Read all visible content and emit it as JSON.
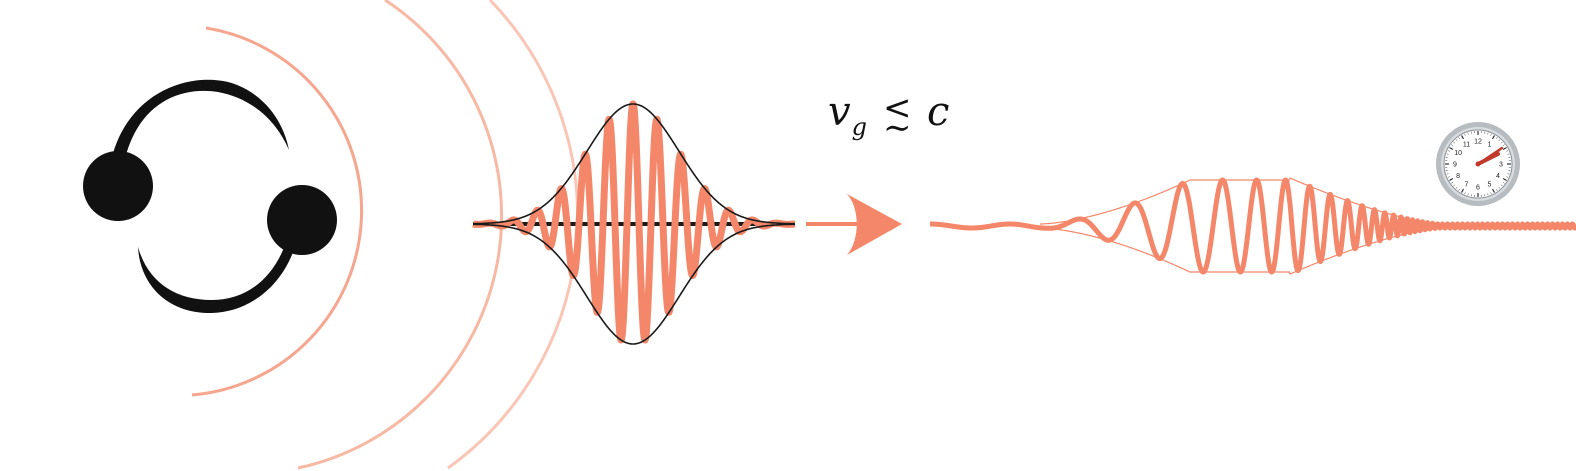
{
  "formula": {
    "velocity": "v",
    "velocity_subscript": "g",
    "relation_top": "<",
    "relation_bottom": "∼",
    "speed_of_light": "c"
  },
  "colors": {
    "wave": "#f4876a",
    "ripple": "#f7b8a4",
    "envelope": "#1a1a1a",
    "binary": "#111111",
    "clock_rim": "#9ea4aa",
    "clock_hand": "#c0392b"
  },
  "icons": [
    "binary-black-hole-icon",
    "gravitational-wave-ripples",
    "wave-packet",
    "propagation-arrow-icon",
    "dispersed-wave-packet",
    "clock-icon"
  ],
  "clock": {
    "numbers": [
      "12",
      "1",
      "2",
      "3",
      "4",
      "5",
      "6",
      "7",
      "8",
      "9",
      "10",
      "11"
    ]
  }
}
